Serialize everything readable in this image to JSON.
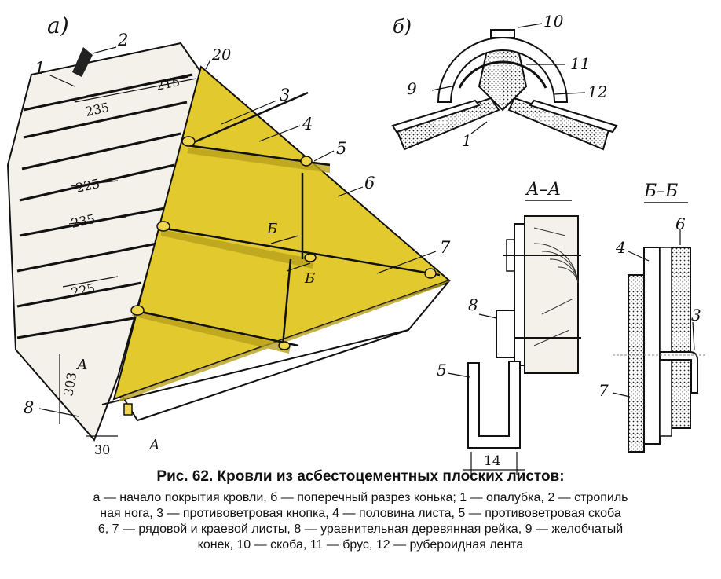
{
  "figure": {
    "panel_a": {
      "label": "а)",
      "callouts": [
        "1",
        "2",
        "3",
        "4",
        "5",
        "6",
        "7",
        "8",
        "20"
      ],
      "dimensions": [
        "215",
        "235",
        "225",
        "235",
        "225",
        "303",
        "30"
      ],
      "section_marks": [
        "Б",
        "Б",
        "А",
        "А"
      ]
    },
    "panel_b": {
      "label": "б)",
      "callouts": [
        "10",
        "9",
        "11",
        "12",
        "1"
      ]
    },
    "section_aa": {
      "title": "А–А",
      "callouts": [
        "8",
        "5"
      ],
      "dimension": "14"
    },
    "section_bb": {
      "title": "Б–Б",
      "callouts": [
        "4",
        "6",
        "3",
        "7"
      ]
    },
    "colors": {
      "sheet_yellow": "#e2c92e",
      "sheet_shadow": "#b8a11c",
      "line": "#111111",
      "wood": "#f4f1e8"
    }
  },
  "caption": {
    "title": "Рис. 62. Кровли из асбестоцементных плоских листов:",
    "lines": [
      "а — начало покрытия кровли, б — поперечный разрез конька; 1 — опалубка, 2 — стропиль",
      "ная нога, 3 — противоветровая кнопка, 4 — половина листа, 5 — противоветровая скоба",
      "6, 7 — рядовой и краевой листы, 8 — уравнительная деревянная рейка, 9 — желобчатый",
      "конек, 10 — скоба, 11 — брус, 12 — рубероидная лента"
    ]
  }
}
